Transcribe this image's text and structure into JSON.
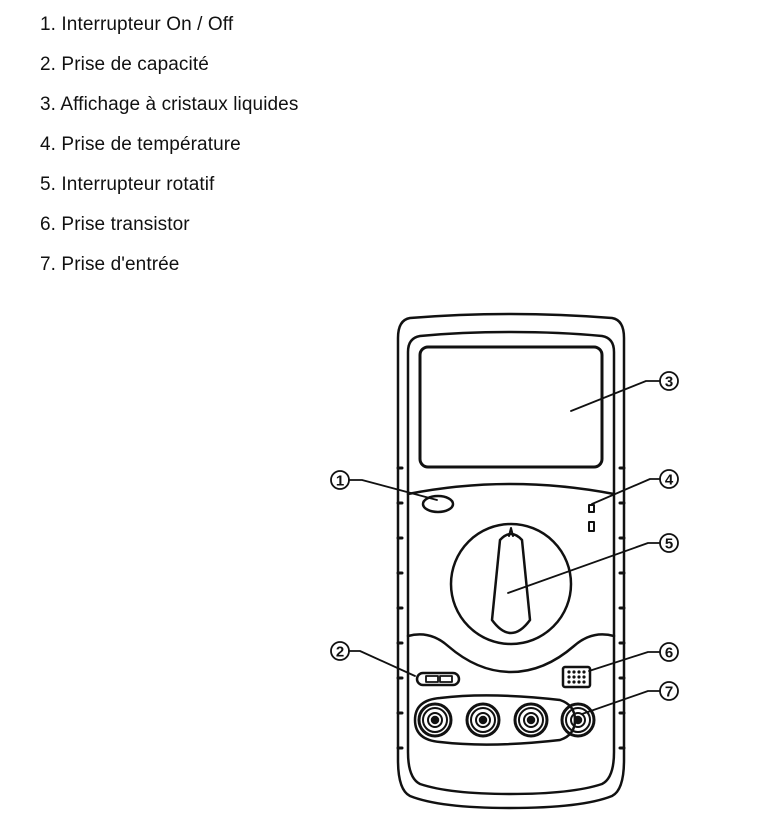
{
  "legend": {
    "items": [
      {
        "num": "1",
        "text": "1. Interrupteur On / Off"
      },
      {
        "num": "2",
        "text": "2. Prise de capacité"
      },
      {
        "num": "3",
        "text": "3. Affichage à cristaux liquides"
      },
      {
        "num": "4",
        "text": "4. Prise de température"
      },
      {
        "num": "5",
        "text": "5. Interrupteur rotatif"
      },
      {
        "num": "6",
        "text": "6. Prise transistor"
      },
      {
        "num": "7",
        "text": "7. Prise d'entrée"
      }
    ]
  },
  "callouts": [
    "1",
    "2",
    "3",
    "4",
    "5",
    "6",
    "7"
  ],
  "colors": {
    "stroke": "#111111",
    "background": "#ffffff"
  }
}
